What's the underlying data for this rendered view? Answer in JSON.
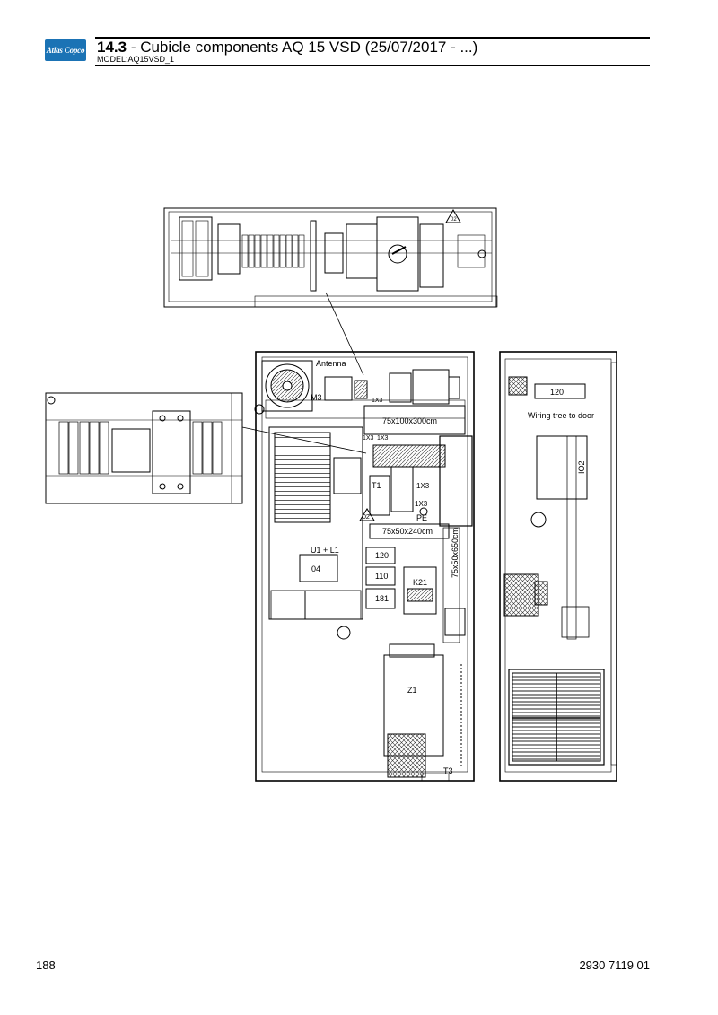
{
  "header": {
    "logo_text": "Atlas Copco",
    "section_number": "14.3",
    "section_title": " - Cubicle components AQ 15 VSD (25/07/2017 - ...)",
    "model": "MODEL:AQ15VSD_1"
  },
  "footer": {
    "page_number": "188",
    "document_number": "2930 7119 01"
  },
  "diagram": {
    "labels": {
      "antenna": "Antenna",
      "m3": "M3",
      "x3a": "1X3",
      "box_top": "75x100x300cm",
      "x3b": "1X3",
      "x3c": "1X3",
      "t1": "T1",
      "x3d": "1X3",
      "x3e": "1X3",
      "pe": "PE",
      "warn_main": "02",
      "box_mid": "75x50x240cm",
      "box_vert": "75x50x650cm",
      "u1l1": "U1 + L1",
      "label_04": "04",
      "label_120": "120",
      "label_110": "110",
      "label_181": "181",
      "k21": "K21",
      "z1": "Z1",
      "t3": "T3",
      "side_120": "120",
      "wiring": "Wiring tree to door",
      "io2": "IO2",
      "warn_detail": "02"
    },
    "colors": {
      "logo": "#1b73b5",
      "line": "#000000",
      "hatch": "#555555"
    }
  }
}
